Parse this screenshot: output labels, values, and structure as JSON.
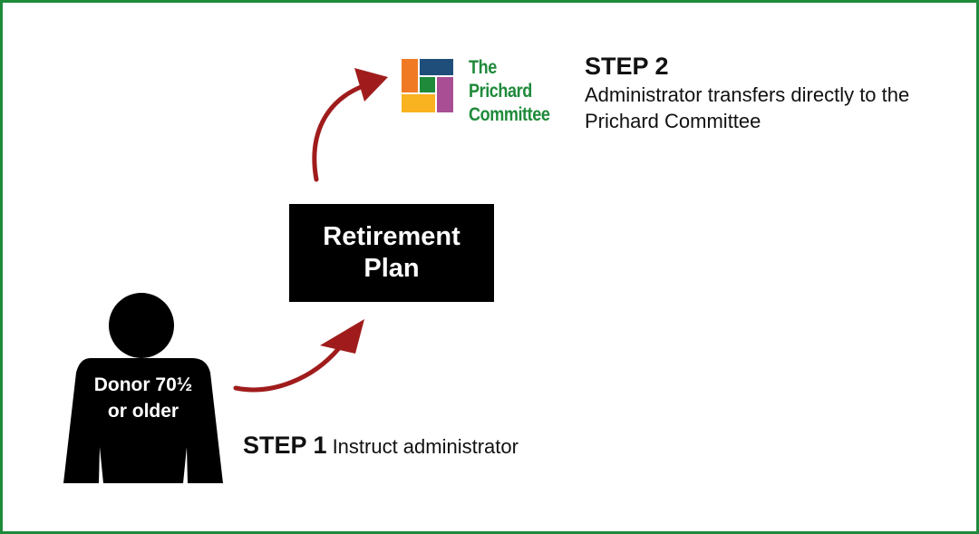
{
  "colors": {
    "frame_border": "#1e8a3a",
    "arrow": "#a01c1c",
    "logo_text": "#1e8a3a",
    "logo_orange": "#f07a24",
    "logo_navy": "#1f4e7a",
    "logo_yellow": "#f9b220",
    "logo_green": "#1e8a3a",
    "logo_purple": "#a94e94",
    "box": "#000000"
  },
  "logo": {
    "line1": "The",
    "line2": "Prichard",
    "line3": "Committee",
    "icon": "prichard-committee-logo-mark"
  },
  "step2": {
    "title": "STEP 2",
    "description": "Administrator transfers directly to the Prichard Committee"
  },
  "plan_box": {
    "label": "Retirement Plan"
  },
  "donor": {
    "icon": "person-silhouette-icon",
    "label": "Donor 70½ or older"
  },
  "step1": {
    "title": "STEP 1",
    "description": "Instruct administrator"
  }
}
